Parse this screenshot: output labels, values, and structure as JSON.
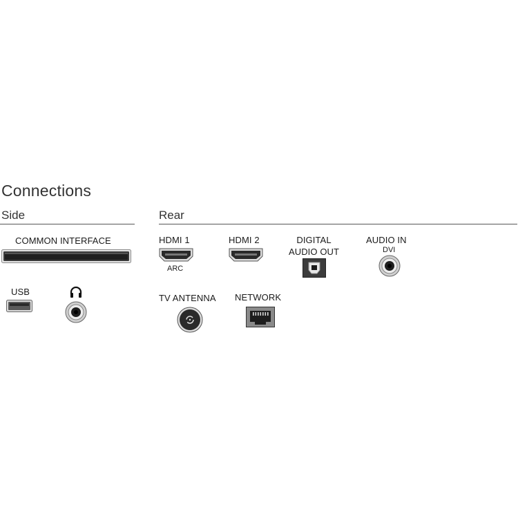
{
  "title": "Connections",
  "side": {
    "heading": "Side",
    "common_interface": "COMMON INTERFACE",
    "usb": "USB"
  },
  "rear": {
    "heading": "Rear",
    "hdmi1": {
      "label": "HDMI 1",
      "sub": "ARC"
    },
    "hdmi2": {
      "label": "HDMI 2"
    },
    "digital_audio_out": {
      "line1": "DIGITAL",
      "line2": "AUDIO OUT"
    },
    "audio_in": {
      "label": "AUDIO IN",
      "sub": "DVI"
    },
    "tv_antenna": "TV ANTENNA",
    "network": "NETWORK"
  },
  "icons": [
    "common-interface-slot-icon",
    "usb-port-icon",
    "headphone-icon",
    "headphone-jack-icon",
    "hdmi-port-icon",
    "optical-port-icon",
    "audio-jack-icon",
    "coax-antenna-icon",
    "ethernet-port-icon"
  ]
}
